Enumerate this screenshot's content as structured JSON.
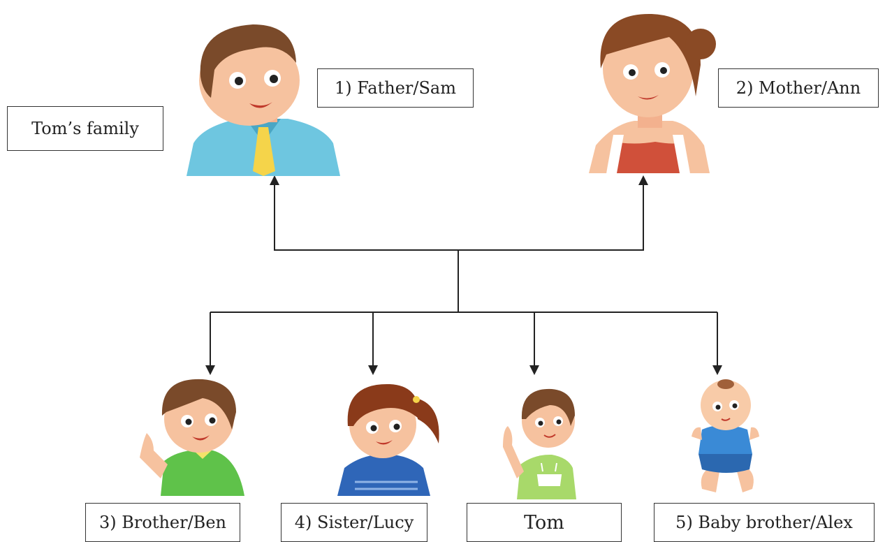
{
  "title": "Tom’s family",
  "parents": [
    {
      "label": "1) Father/Sam",
      "icon": "father-icon"
    },
    {
      "label": "2) Mother/Ann",
      "icon": "mother-icon"
    }
  ],
  "children": [
    {
      "label": "3) Brother/Ben",
      "icon": "brother-icon"
    },
    {
      "label": "4) Sister/Lucy",
      "icon": "sister-icon"
    },
    {
      "label": "Tom",
      "icon": "tom-icon"
    },
    {
      "label": "5) Baby brother/Alex",
      "icon": "baby-icon"
    }
  ],
  "colors": {
    "line": "#222222",
    "skin": "#f6c29f",
    "hair": "#7a4a2a"
  }
}
